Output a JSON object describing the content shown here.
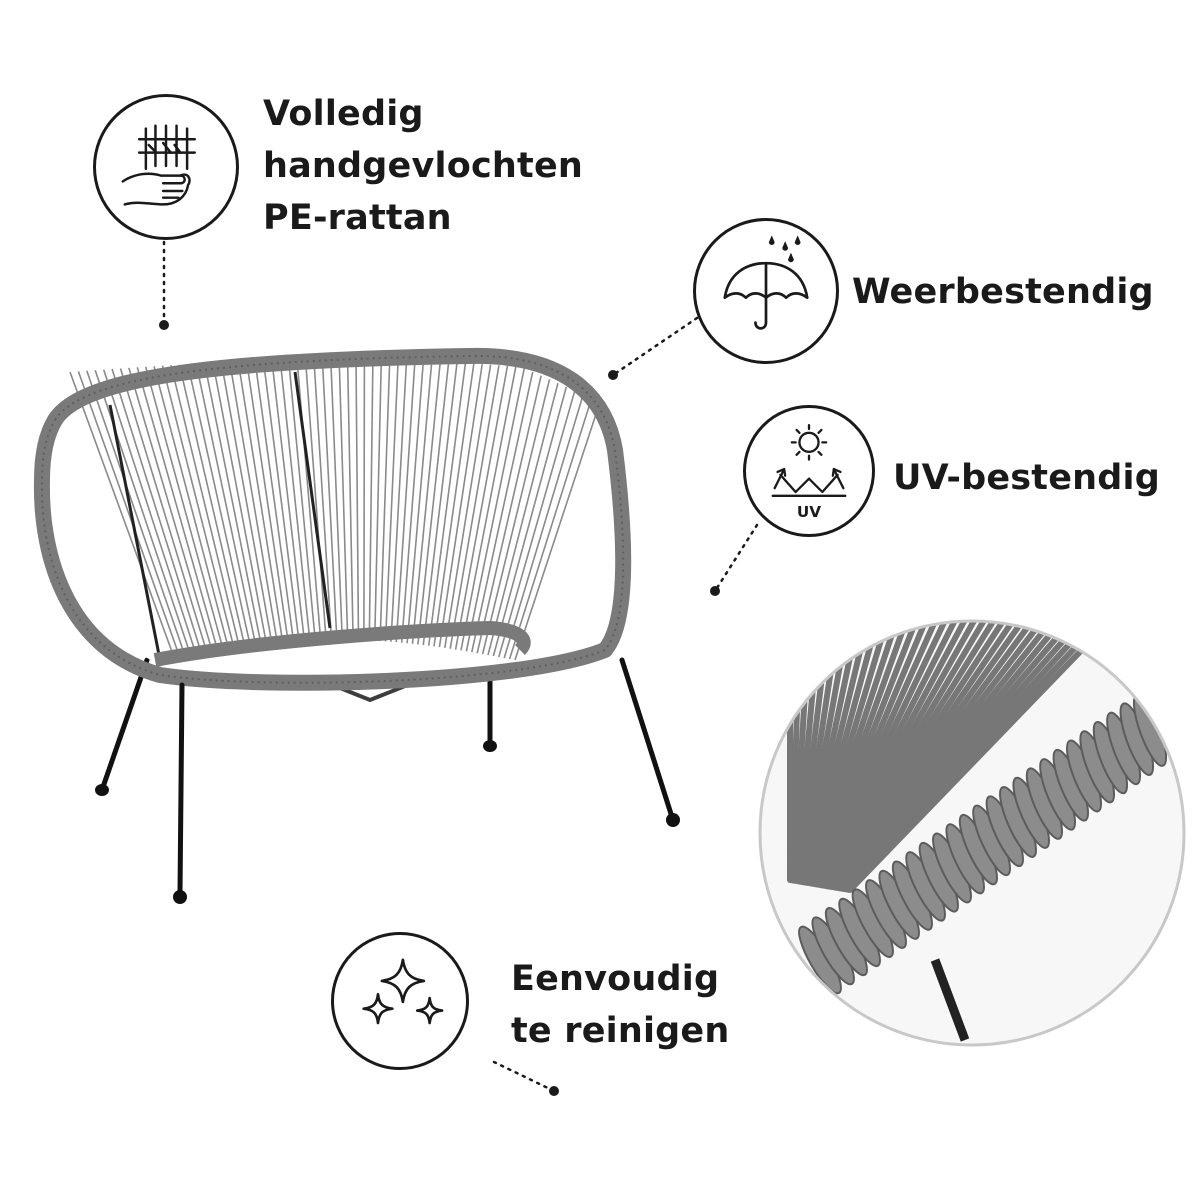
{
  "features": [
    {
      "id": "rattan",
      "icon": "hand-weave-icon",
      "lines": [
        "Volledig",
        "handgevlochten",
        "PE-rattan"
      ]
    },
    {
      "id": "weather",
      "icon": "umbrella-rain-icon",
      "lines": [
        "Weerbestendig"
      ]
    },
    {
      "id": "uv",
      "icon": "sun-uv-icon",
      "lines": [
        "UV-bestendig"
      ],
      "icon_text": "UV"
    },
    {
      "id": "clean",
      "icon": "sparkles-icon",
      "lines": [
        "Eenvoudig",
        "te reinigen"
      ]
    }
  ],
  "colors": {
    "ink": "#1a1a1a",
    "rattan": "#7d7d7d",
    "rattan_dark": "#5a5a5a",
    "legs": "#111111"
  }
}
